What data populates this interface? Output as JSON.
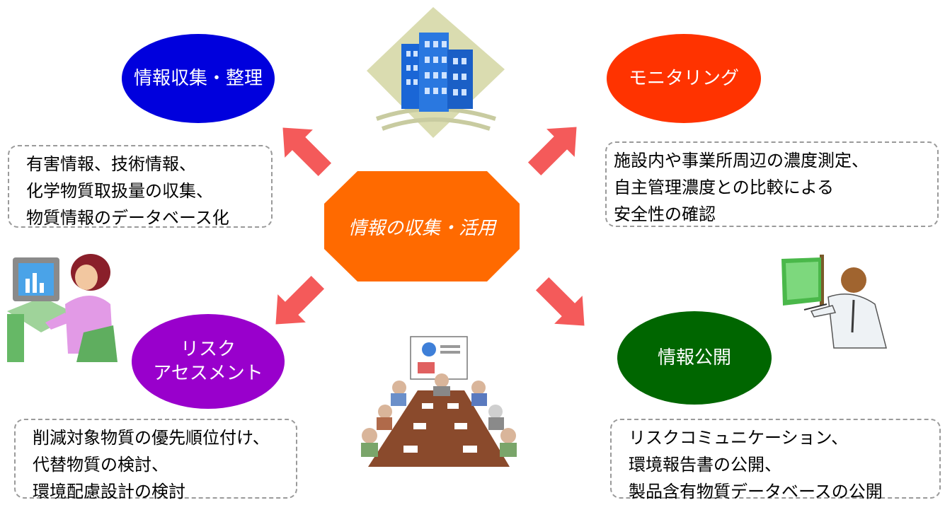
{
  "center": {
    "label": "情報の収集・活用",
    "color": "#ff6a00"
  },
  "nodes": {
    "collect": {
      "label": "情報収集・整理",
      "color": "#0000dd"
    },
    "monitor": {
      "label": "モニタリング",
      "color": "#ff3300"
    },
    "risk": {
      "label": "リスク\nアセスメント",
      "color": "#9900cc"
    },
    "publish": {
      "label": "情報公開",
      "color": "#006600"
    }
  },
  "notes": {
    "collect": [
      "有害情報、技術情報、",
      "化学物質取扱量の収集、",
      "物質情報のデータベース化"
    ],
    "monitor": [
      "施設内や事業所周辺の濃度測定、",
      "自主管理濃度との比較による",
      "安全性の確認"
    ],
    "risk": [
      "削減対象物質の優先順位付け、",
      "代替物質の検討、",
      "環境配慮設計の検討"
    ],
    "publish": [
      "リスクコミュニケーション、",
      "環境報告書の公開、",
      "製品含有物質データベースの公開"
    ]
  },
  "arrow_color": "#f45a5a",
  "icons": [
    "office-building-icon",
    "office-worker-at-computer-icon",
    "meeting-table-icon",
    "presenter-with-board-icon"
  ]
}
